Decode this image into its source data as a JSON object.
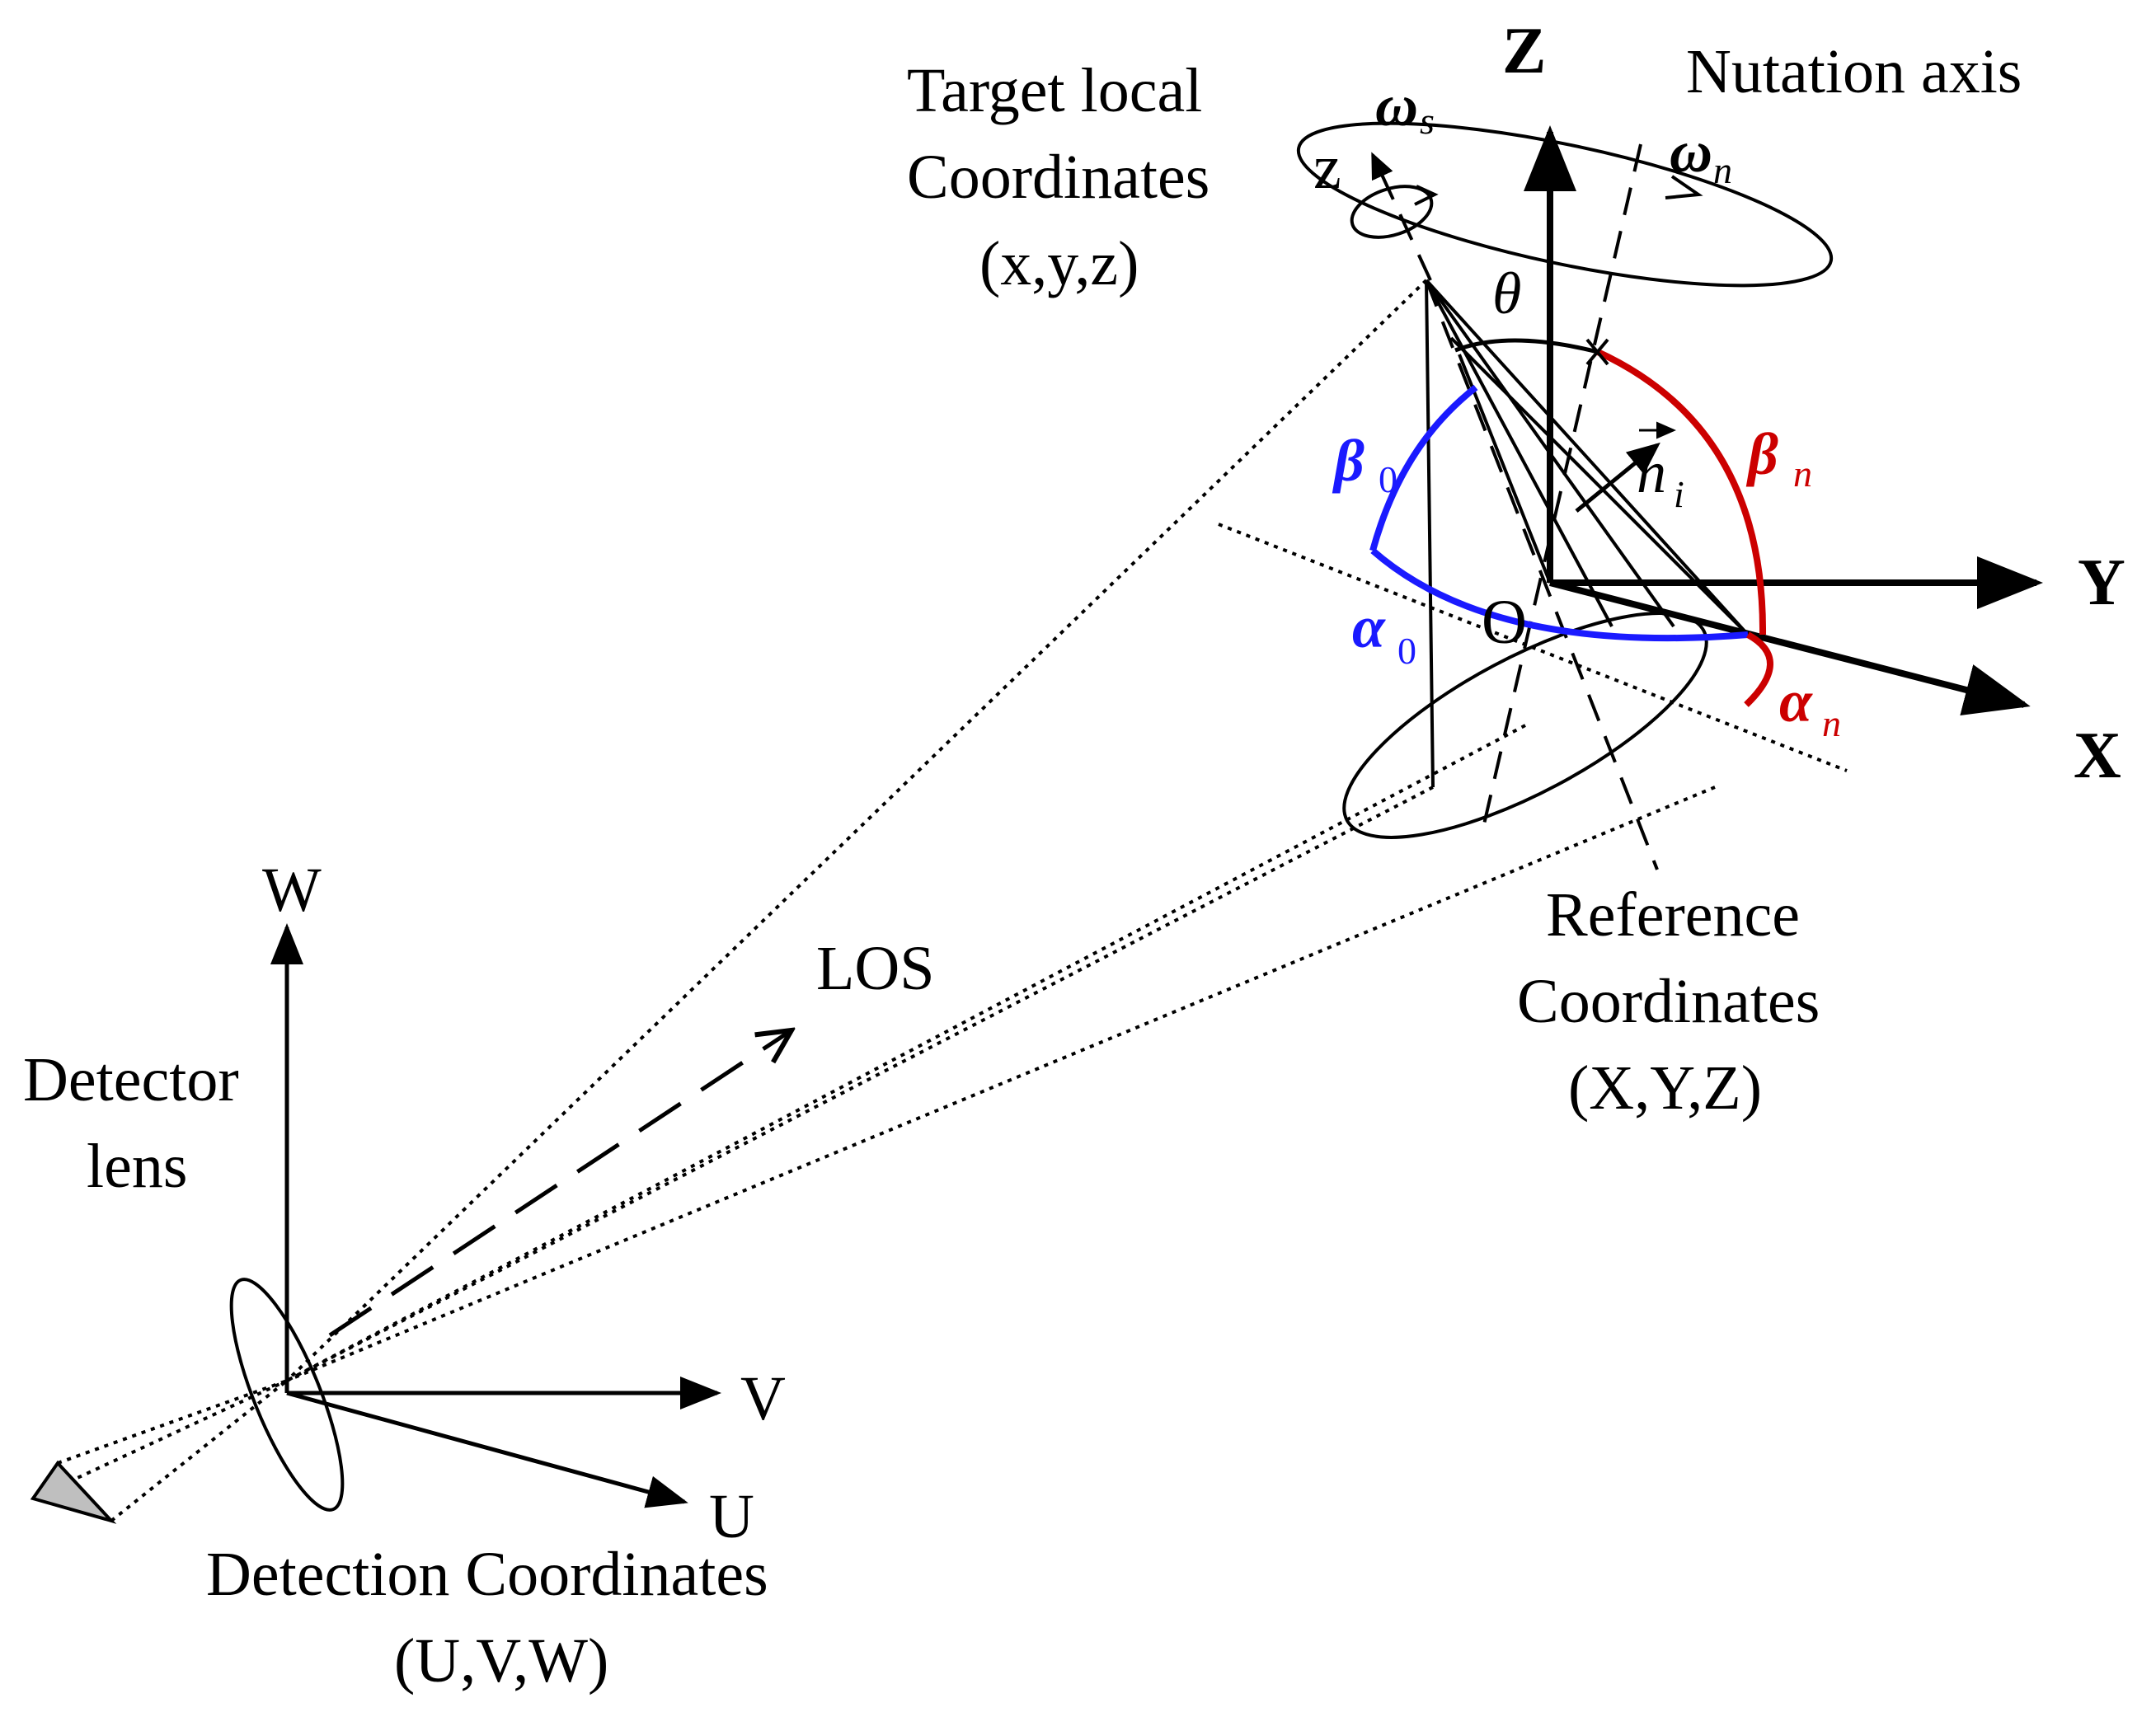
{
  "labels": {
    "target_local_line1": "Target local",
    "target_local_line2": "Coordinates",
    "target_local_line3": "(x,y,z)",
    "nutation_axis": "Nutation axis",
    "reference_line1": "Reference",
    "reference_line2": "Coordinates",
    "reference_line3": "(X,Y,Z)",
    "detector_line1": "Detector",
    "detector_line2": "lens",
    "detection_line1": "Detection Coordinates",
    "detection_line2": "(U,V,W)",
    "los": "LOS"
  },
  "axes": {
    "ref_z": "Z",
    "ref_y": "Y",
    "ref_x": "X",
    "local_z": "z",
    "det_w": "W",
    "det_v": "V",
    "det_u": "U",
    "origin": "O"
  },
  "symbols": {
    "omega": "ω",
    "omega_s_sub": "s",
    "omega_n_sub": "n",
    "theta": "θ",
    "beta": "β",
    "alpha": "α",
    "n_vec": "n",
    "n_vec_sub": "i",
    "sub_zero": "0",
    "sub_n": "n"
  },
  "colors": {
    "blue_arc": "#1a1aff",
    "red_arc": "#cc0000"
  }
}
